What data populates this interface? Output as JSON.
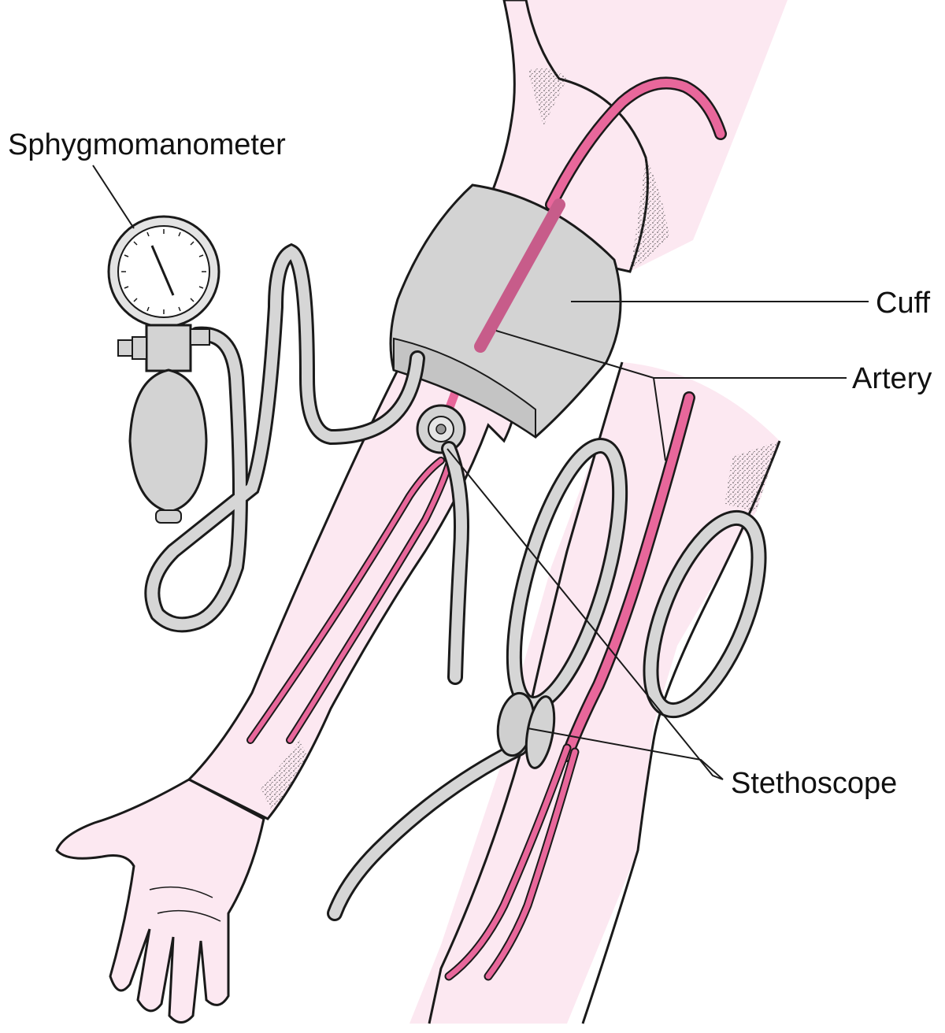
{
  "labels": {
    "sphygmomanometer": "Sphygmomanometer",
    "cuff": "Cuff",
    "artery": "Artery",
    "stethoscope": "Stethoscope"
  },
  "colors": {
    "skin": "#fce8f1",
    "artery": "#e8679b",
    "cuff_fill": "#d3d3d3",
    "tube": "#d6d6d6",
    "outline": "#1a1a1a",
    "shade": "#555555"
  }
}
